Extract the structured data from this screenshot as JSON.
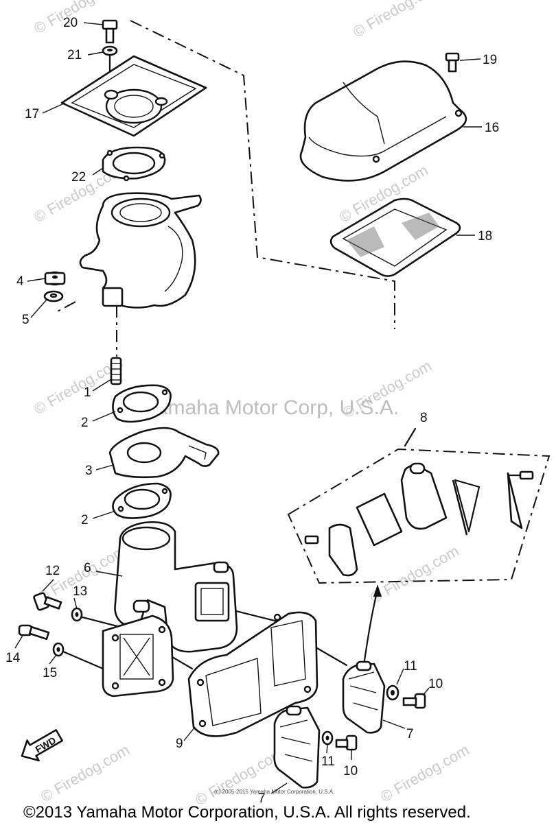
{
  "callouts": [
    "20",
    "21",
    "17",
    "22",
    "19",
    "16",
    "18",
    "4",
    "5",
    "1",
    "2",
    "3",
    "2",
    "8",
    "6",
    "12",
    "13",
    "14",
    "15",
    "11",
    "10",
    "7",
    "9",
    "11",
    "10",
    "7"
  ],
  "watermarks": [
    "© Firedog.com",
    "© Firedog.com",
    "© Firedog.com",
    "© Firedog.com",
    "© Firedog.com",
    "© Firedog.com",
    "© Firedog.com",
    "© Firedog.com",
    "© Firedog.com",
    "© Firedog.com",
    "© Firedog.com"
  ],
  "center_watermark": "Yamaha Motor Corp, U.S.A.",
  "fwd_label": "FWD",
  "small_copyright": "(c) 2005-2015 Yamaha Motor Corporation, U.S.A.",
  "footer": "©2013 Yamaha Motor Corporation, U.S.A. All rights reserved."
}
